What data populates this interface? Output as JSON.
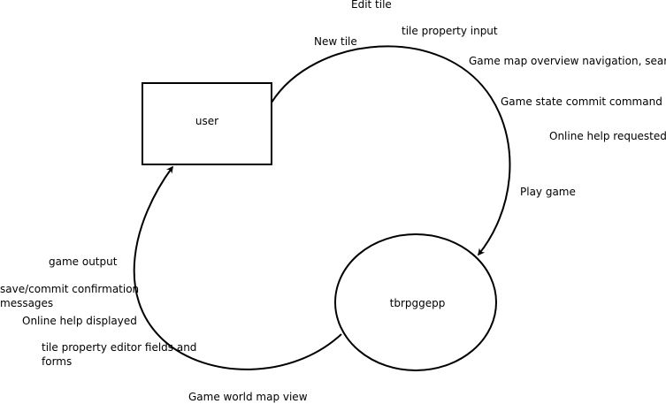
{
  "nodes": {
    "user": "user",
    "process": "tbrpggepp"
  },
  "inputs_to_process": [
    "Edit tile",
    "tile property input",
    "New tile",
    "Game map overview navigation, search",
    "Game state commit command",
    "Online help requested",
    "Play game"
  ],
  "outputs_to_user": [
    "game output",
    [
      "save/commit confirmation",
      "messages"
    ],
    "Online help displayed",
    [
      "tile property editor fields and",
      "forms"
    ],
    "Game world map view"
  ],
  "colors": {
    "stroke": "#000000",
    "text": "#000000",
    "background": "#ffffff"
  }
}
